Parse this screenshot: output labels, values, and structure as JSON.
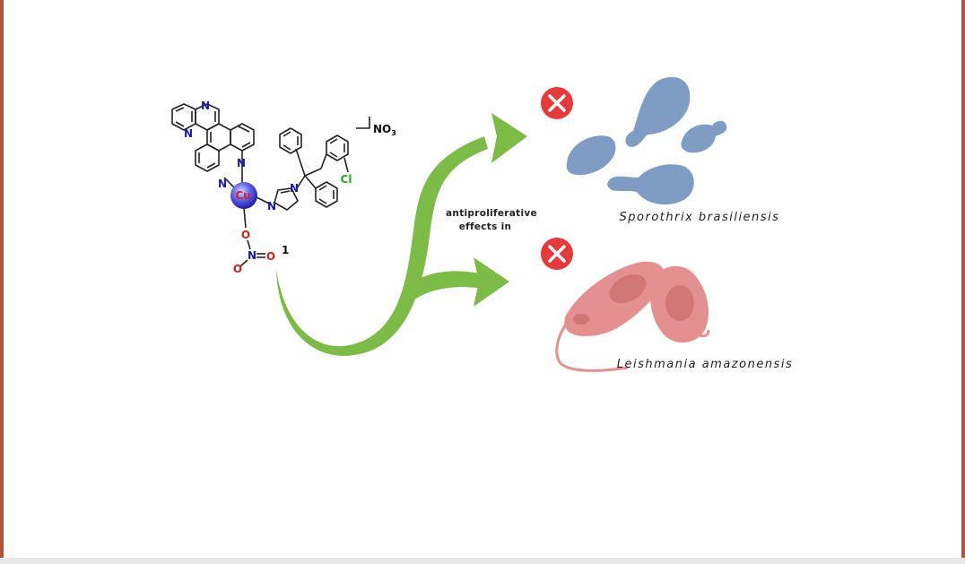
{
  "colors": {
    "frame_side": "#b5533a",
    "arrow_green": "#7dbb47",
    "fungus_blue": "#7f9cc4",
    "parasite_red": "#e49090",
    "parasite_dark": "#c96a6a",
    "cross_red": "#e63a3a",
    "bond": "#222222",
    "nitrogen": "#1a1aa8",
    "oxygen": "#cc2222",
    "chlorine": "#22aa22",
    "copper": "#3a3ad8"
  },
  "molecule": {
    "atoms": {
      "n_top": "N",
      "n_right": "N",
      "n_left": "N",
      "n_lower": "N",
      "n_imid_a": "N",
      "n_imid_b": "N",
      "cu": "Cu",
      "o_bridge": "O",
      "n_nitrate": "N",
      "o_right": "O",
      "o_left": "O",
      "cl": "Cl"
    },
    "counter_ion": "NO",
    "counter_ion_sub": "3",
    "compound_number": "1"
  },
  "middle_label": {
    "line1": "antiproliferative",
    "line2": "effects in"
  },
  "targets": [
    {
      "name": "Sporothrix brasiliensis",
      "icon": "x-cross-icon"
    },
    {
      "name": "Leishmania amazonensis",
      "icon": "x-cross-icon"
    }
  ]
}
